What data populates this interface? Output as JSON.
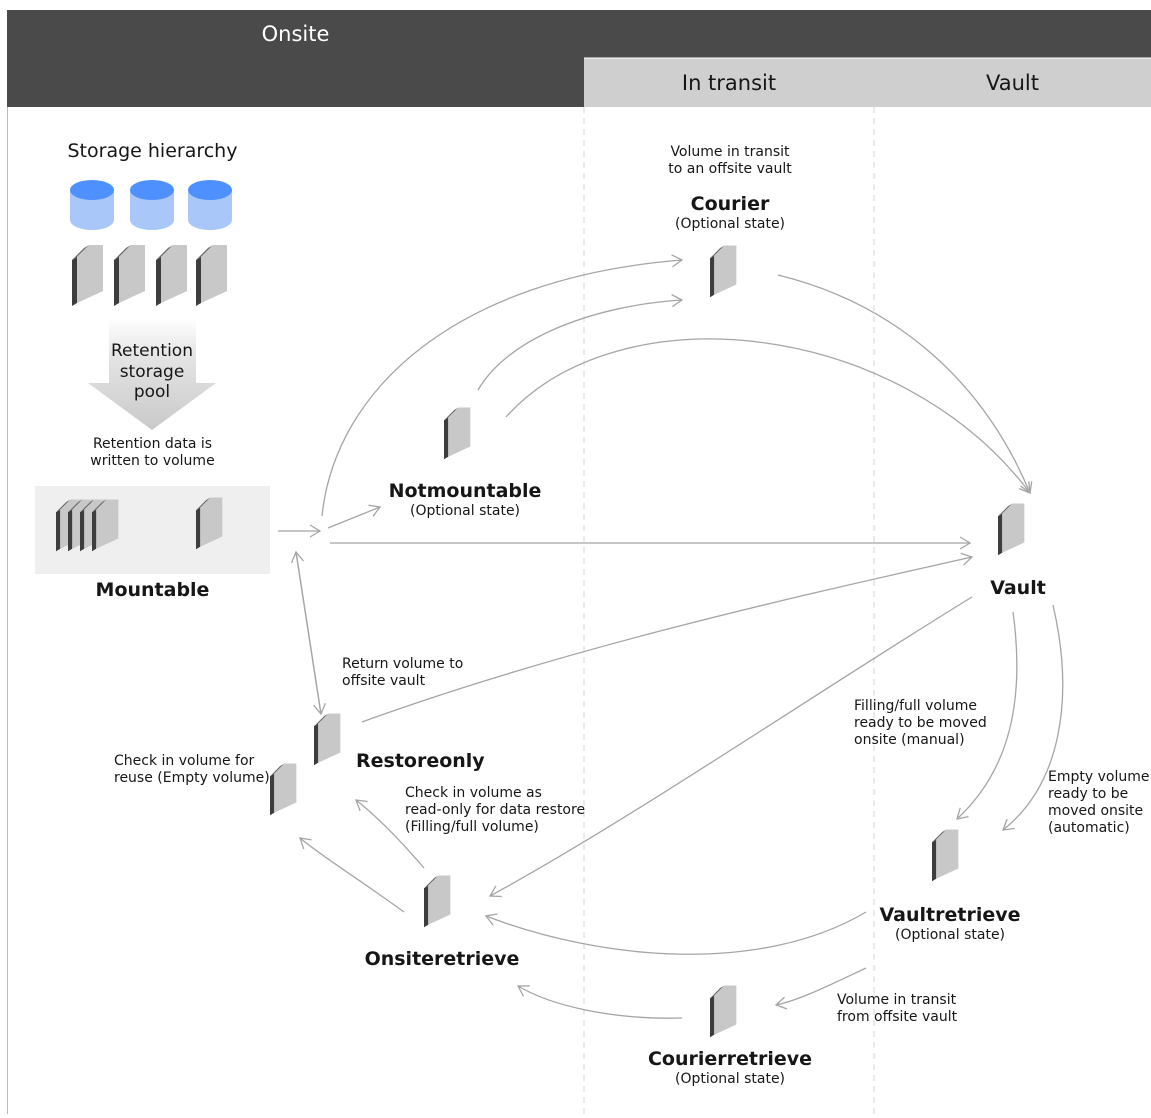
{
  "header": {
    "onsite": "Onsite",
    "in_transit": "In transit",
    "vault": "Vault"
  },
  "storage": {
    "title": "Storage hierarchy",
    "arrow_text": "Retention storage pool",
    "arrow_lines": [
      "Retention",
      "storage",
      "pool"
    ],
    "retention_note_lines": [
      "Retention data is",
      "written to volume"
    ]
  },
  "states": {
    "mountable": "Mountable",
    "notmountable": "Notmountable",
    "notmountable_sub": "(Optional state)",
    "courier": "Courier",
    "courier_sub": "(Optional state)",
    "vault": "Vault",
    "restoreonly": "Restoreonly",
    "onsiteretrieve": "Onsiteretrieve",
    "vaultretrieve": "Vaultretrieve",
    "vaultretrieve_sub": "(Optional state)",
    "courierretrieve": "Courierretrieve",
    "courierretrieve_sub": "(Optional state)"
  },
  "notes": {
    "courier_desc": [
      "Volume in transit",
      "to an offsite vault"
    ],
    "return_volume": [
      "Return volume to",
      "offsite vault"
    ],
    "check_in_reuse": [
      "Check in volume  for",
      "reuse (Empty volume)"
    ],
    "check_in_readonly": [
      "Check in volume as",
      "read-only for data restore",
      "(Filling/full volume)"
    ],
    "filling_full": [
      "Filling/full volume",
      "ready to be moved",
      "onsite (manual)"
    ],
    "empty_volume": [
      "Empty volume",
      "ready to be",
      "moved onsite",
      "(automatic)"
    ],
    "from_vault": [
      "Volume in transit",
      "from offsite vault"
    ]
  },
  "colors": {
    "onsite_bar": "#4a4a4a",
    "transit_bar": "#cfcfcf",
    "cylinder_top": "#4d90fe",
    "cylinder_body": "#a9c8f9",
    "tape_face": "#c8c8c8",
    "tape_edge": "#3d3d3d",
    "arrow": "#a5a5a5",
    "mountable_bg": "#efefef"
  }
}
